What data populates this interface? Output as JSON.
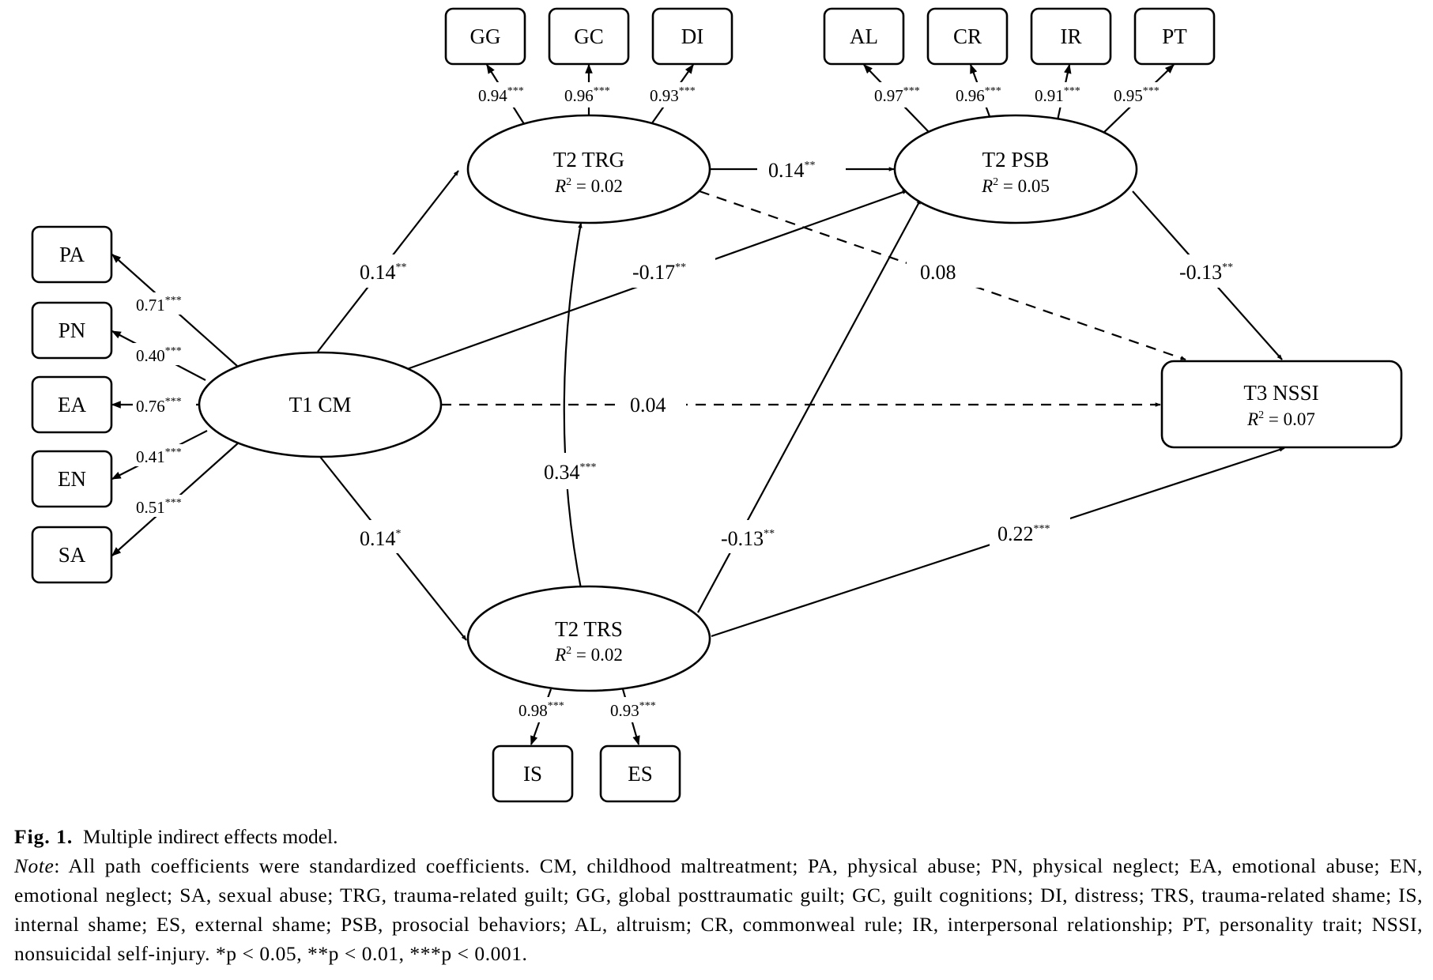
{
  "diagram": {
    "latents": {
      "cm": {
        "name": "T1 CM"
      },
      "trg": {
        "name": "T2 TRG",
        "r2_label": "R",
        "r2_value": " = 0.02"
      },
      "psb": {
        "name": "T2 PSB",
        "r2_label": "R",
        "r2_value": " = 0.05"
      },
      "trs": {
        "name": "T2 TRS",
        "r2_label": "R",
        "r2_value": " = 0.02"
      }
    },
    "outcome": {
      "name": "T3 NSSI",
      "r2_label": "R",
      "r2_value": " = 0.07"
    },
    "indicators": {
      "cm": [
        "PA",
        "PN",
        "EA",
        "EN",
        "SA"
      ],
      "trg": [
        "GG",
        "GC",
        "DI"
      ],
      "psb": [
        "AL",
        "CR",
        "IR",
        "PT"
      ],
      "trs": [
        "IS",
        "ES"
      ]
    },
    "loadings": {
      "cm": [
        {
          "v": "0.71",
          "s": "***"
        },
        {
          "v": "0.40",
          "s": "***"
        },
        {
          "v": "0.76",
          "s": "***"
        },
        {
          "v": "0.41",
          "s": "***"
        },
        {
          "v": "0.51",
          "s": "***"
        }
      ],
      "trg": [
        {
          "v": "0.94",
          "s": "***"
        },
        {
          "v": "0.96",
          "s": "***"
        },
        {
          "v": "0.93",
          "s": "***"
        }
      ],
      "psb": [
        {
          "v": "0.97",
          "s": "***"
        },
        {
          "v": "0.96",
          "s": "***"
        },
        {
          "v": "0.91",
          "s": "***"
        },
        {
          "v": "0.95",
          "s": "***"
        }
      ],
      "trs": [
        {
          "v": "0.98",
          "s": "***"
        },
        {
          "v": "0.93",
          "s": "***"
        }
      ]
    },
    "paths": {
      "cm_trg": {
        "v": "0.14",
        "s": "**"
      },
      "cm_psb": {
        "v": "-0.17",
        "s": "**"
      },
      "cm_nssi": {
        "v": "0.04",
        "s": ""
      },
      "cm_trs": {
        "v": "0.14",
        "s": "*"
      },
      "trg_psb": {
        "v": "0.14",
        "s": "**"
      },
      "trg_nssi": {
        "v": "0.08",
        "s": ""
      },
      "trg_trs": {
        "v": "0.34",
        "s": "***"
      },
      "psb_nssi": {
        "v": "-0.13",
        "s": "**"
      },
      "trs_psb": {
        "v": "-0.13",
        "s": "**"
      },
      "trs_nssi": {
        "v": "0.22",
        "s": "***"
      }
    }
  },
  "caption": {
    "fig_label": "Fig. 1.",
    "fig_title": "Multiple indirect effects model.",
    "note_label": "Note",
    "note_text": ": All path coefficients were standardized coefficients. CM, childhood maltreatment; PA, physical abuse; PN, physical neglect; EA, emotional abuse; EN, emotional neglect; SA, sexual abuse; TRG, trauma-related guilt; GG, global posttraumatic guilt; GC, guilt cognitions; DI, distress; TRS, trauma-related shame; IS, internal shame; ES, external shame; PSB, prosocial behaviors; AL, altruism; CR, commonweal rule; IR, interpersonal relationship; PT, personality trait; NSSI, nonsuicidal self-injury. *p < 0.05, **p < 0.01, ***p < 0.001."
  }
}
